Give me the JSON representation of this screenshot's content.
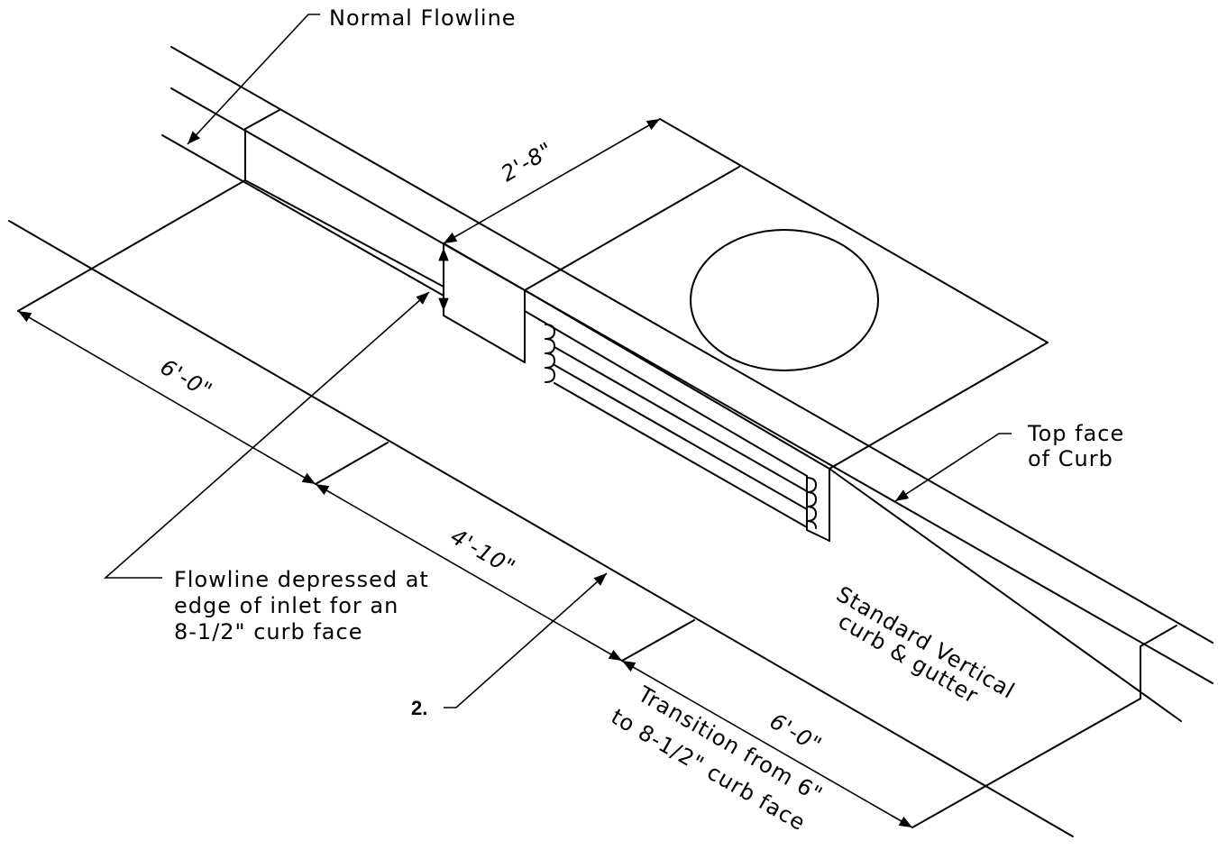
{
  "labels": {
    "normal_flowline": "Normal Flowline",
    "top_face_line1": "Top face",
    "top_face_line2": "of Curb",
    "flowline_line1": "Flowline depressed at",
    "flowline_line2": "edge of inlet for an",
    "flowline_line3": "8-1/2\" curb face",
    "standard_line1": "Standard Vertical",
    "standard_line2": "curb & gutter",
    "transition_line1": "Transition from 6\"",
    "transition_line2": "to 8-1/2\" curb face",
    "callout_number": "2."
  },
  "dimensions": {
    "inlet_depth": "2'-8\"",
    "left_transition": "6'-0\"",
    "inlet_length": "4'-10\"",
    "right_transition": "6'-0\""
  }
}
